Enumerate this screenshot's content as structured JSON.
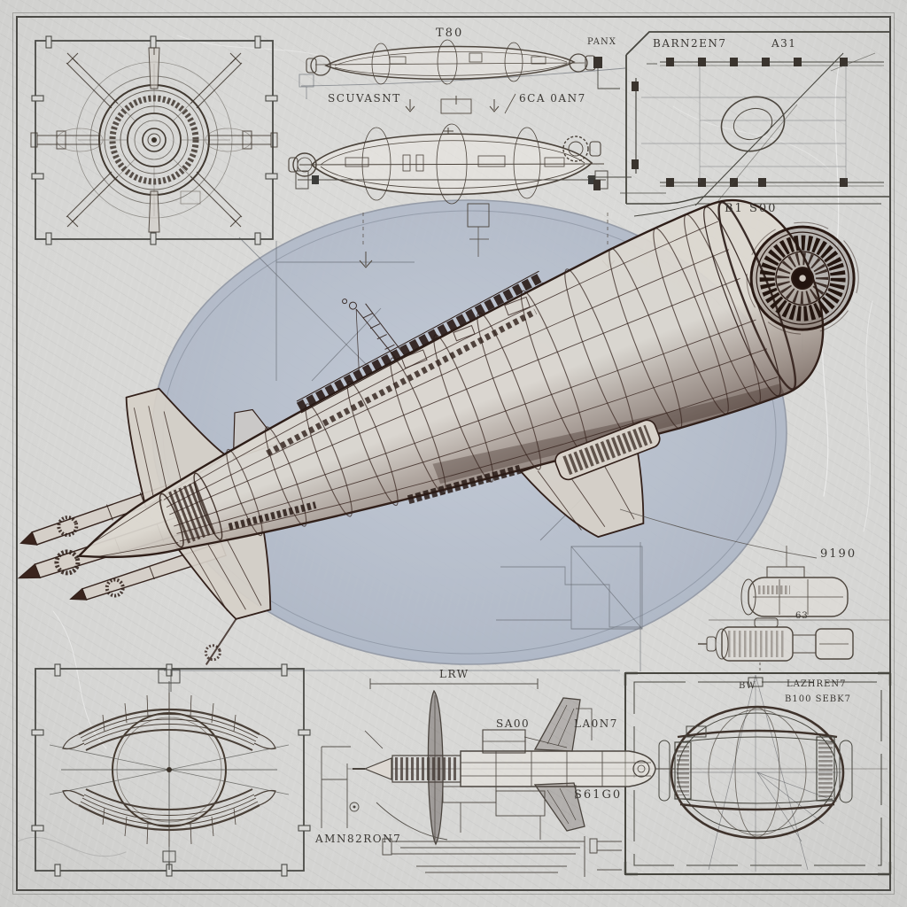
{
  "palette": {
    "paper": "#d7d7d5",
    "paper_edge": "#a6a6a4",
    "ink_sepia": "#2c1c16",
    "ink_gray": "#55504a",
    "construction_gray": "#8a8f9a",
    "blue_wash": "#b3bccb",
    "label_ink": "#3b3834",
    "frame": "#4b4a46"
  },
  "labels": {
    "t80": "T80",
    "scuvasnt": "SCUVASNT",
    "gca0an7": "6CA 0AN7",
    "panx": "PANX",
    "barn2en7": "BARN2EN7",
    "a31": "A31",
    "b1s00": "B1 S00",
    "n9190": "9190",
    "n63": "63",
    "lrw": "LRW",
    "sa00": "SA00",
    "la0n7": "LA0N7",
    "s61g0": "S61G0",
    "amn82ron7": "AMN82RON7",
    "bw": "BW",
    "lazhren7": "LAZHREN7",
    "b100sebk7": "B100 SEBK7"
  }
}
